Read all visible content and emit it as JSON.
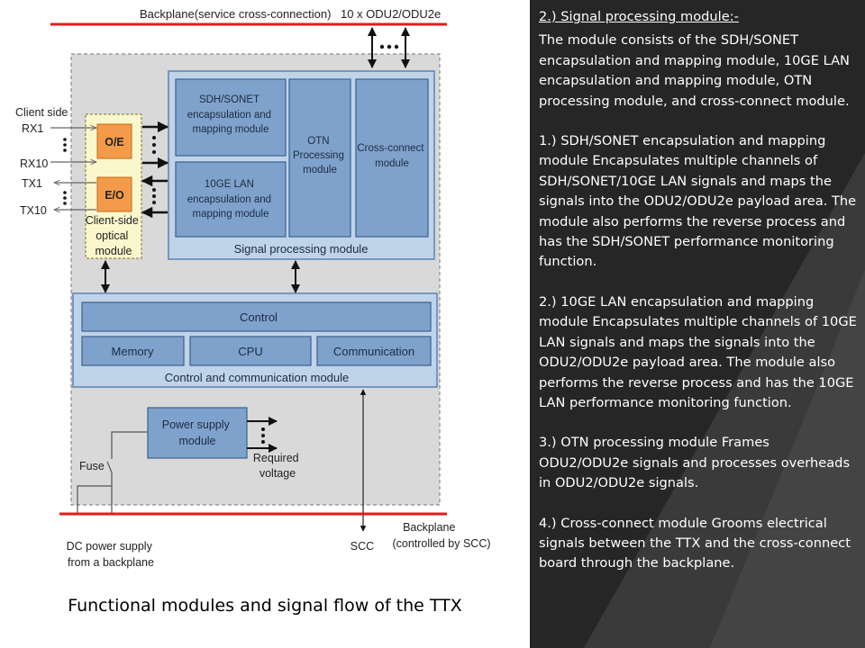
{
  "diagram": {
    "backplane_top_label": "Backplane(service cross-connection)",
    "odu_label": "10 x ODU2/ODU2e",
    "client_side_label": "Client side",
    "rx1": "RX1",
    "rx10": "RX10",
    "tx1": "TX1",
    "tx10": "TX10",
    "oe": "O/E",
    "eo": "E/O",
    "client_module": [
      "Client-side",
      "optical",
      "module"
    ],
    "sdh_box": [
      "SDH/SONET",
      "encapsulation and",
      "mapping module"
    ],
    "lan_box": [
      "10GE LAN",
      "encapsulation and",
      "mapping module"
    ],
    "otn_box": [
      "OTN",
      "Processing",
      "module"
    ],
    "xc_box": [
      "Cross-connect",
      "module"
    ],
    "signal_module_label": "Signal processing module",
    "control": "Control",
    "memory": "Memory",
    "cpu": "CPU",
    "communication": "Communication",
    "ccm_label": "Control and communication module",
    "power_box": [
      "Power supply",
      "module"
    ],
    "required_voltage": [
      "Required",
      "voltage"
    ],
    "fuse": "Fuse",
    "dc_power": [
      "DC power supply",
      "from a backplane"
    ],
    "scc": "SCC",
    "backplane_bottom": [
      "Backplane",
      "(controlled by SCC)"
    ]
  },
  "caption": "Functional modules and signal flow of the TTX",
  "text": {
    "heading": "2.) Signal processing module:-",
    "paragraphs": [
      "The module consists of the SDH/SONET encapsulation and mapping module, 10GE LAN encapsulation and mapping module, OTN processing module, and cross-connect module.",
      "1.) SDH/SONET encapsulation and mapping module Encapsulates multiple channels of SDH/SONET/10GE LAN signals and maps the signals into the ODU2/ODU2e payload area. The module also performs the reverse process and has the SDH/SONET performance monitoring function.",
      "2.) 10GE LAN encapsulation and mapping module Encapsulates multiple channels of 10GE LAN signals and maps the signals into the ODU2/ODU2e payload area. The module also performs the reverse process and has the 10GE LAN performance monitoring function.",
      "3.) OTN processing module Frames ODU2/ODU2e signals and processes overheads in ODU2/ODU2e signals.",
      "4.) Cross-connect module Grooms electrical signals between the TTX and the cross-connect board through the backplane."
    ]
  }
}
